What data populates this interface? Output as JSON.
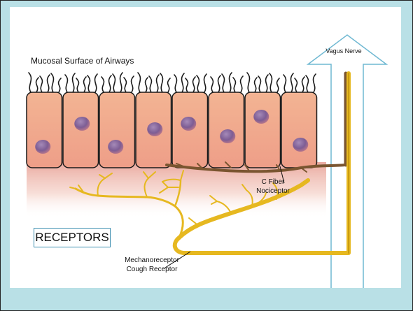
{
  "diagram": {
    "title": "Mucosal Surface of Airways",
    "nerve_label": "Vagus Nerve",
    "c_fiber_label_line1": "C Fiber",
    "c_fiber_label_line2": "Nociceptor",
    "mechano_label_line1": "Mechanoreceptor",
    "mechano_label_line2": "Cough Receptor",
    "legend_box": "RECEPTORS"
  },
  "colors": {
    "background": "#b9e0e6",
    "cell_fill": "#f2b294",
    "nucleus": "#8a6aa0",
    "c_fiber": "#7a5530",
    "mechanoreceptor": "#e6b820",
    "arrow_outline": "#6fb8d2"
  },
  "counts": {
    "epithelial_cells": 8
  }
}
